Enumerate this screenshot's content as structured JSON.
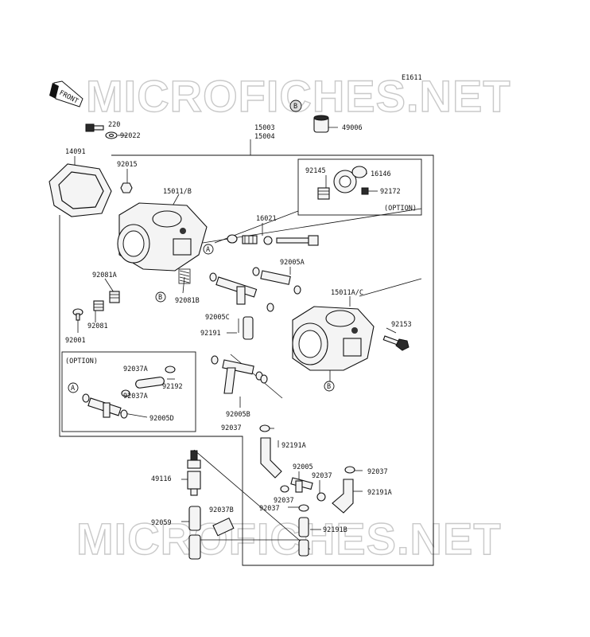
{
  "diagram_code": "E1611",
  "front_label": "FRONT",
  "watermark": "MICROFICHES.NET",
  "option_label": "(OPTION)",
  "callouts": {
    "a": "A",
    "b": "B"
  },
  "parts": {
    "p220": "220",
    "p92022": "92022",
    "p14091": "14091",
    "p15003": "15003",
    "p15004": "15004",
    "p92015": "92015",
    "p15011b": "15011/B",
    "p49006": "49006",
    "p92145": "92145",
    "p16146": "16146",
    "p92172": "92172",
    "p16021": "16021",
    "p92005a": "92005A",
    "p92081a": "92081A",
    "p92081b": "92081B",
    "p92005c": "92005C",
    "p15011ac": "15011A/C",
    "p92001": "92001",
    "p92081": "92081",
    "p92191": "92191",
    "p92153": "92153",
    "p92037a_1": "92037A",
    "p92192": "92192",
    "p92037a_2": "92037A",
    "p92005d": "92005D",
    "p92005b": "92005B",
    "p92037_1": "92037",
    "p92191a_1": "92191A",
    "p92005": "92005",
    "p92037_2": "92037",
    "p92037_3": "92037",
    "p49116": "49116",
    "p92037_4": "92037",
    "p92191a_2": "92191A",
    "p92037_5": "92037",
    "p92037b": "92037B",
    "p92059": "92059",
    "p92191b": "92191B"
  }
}
